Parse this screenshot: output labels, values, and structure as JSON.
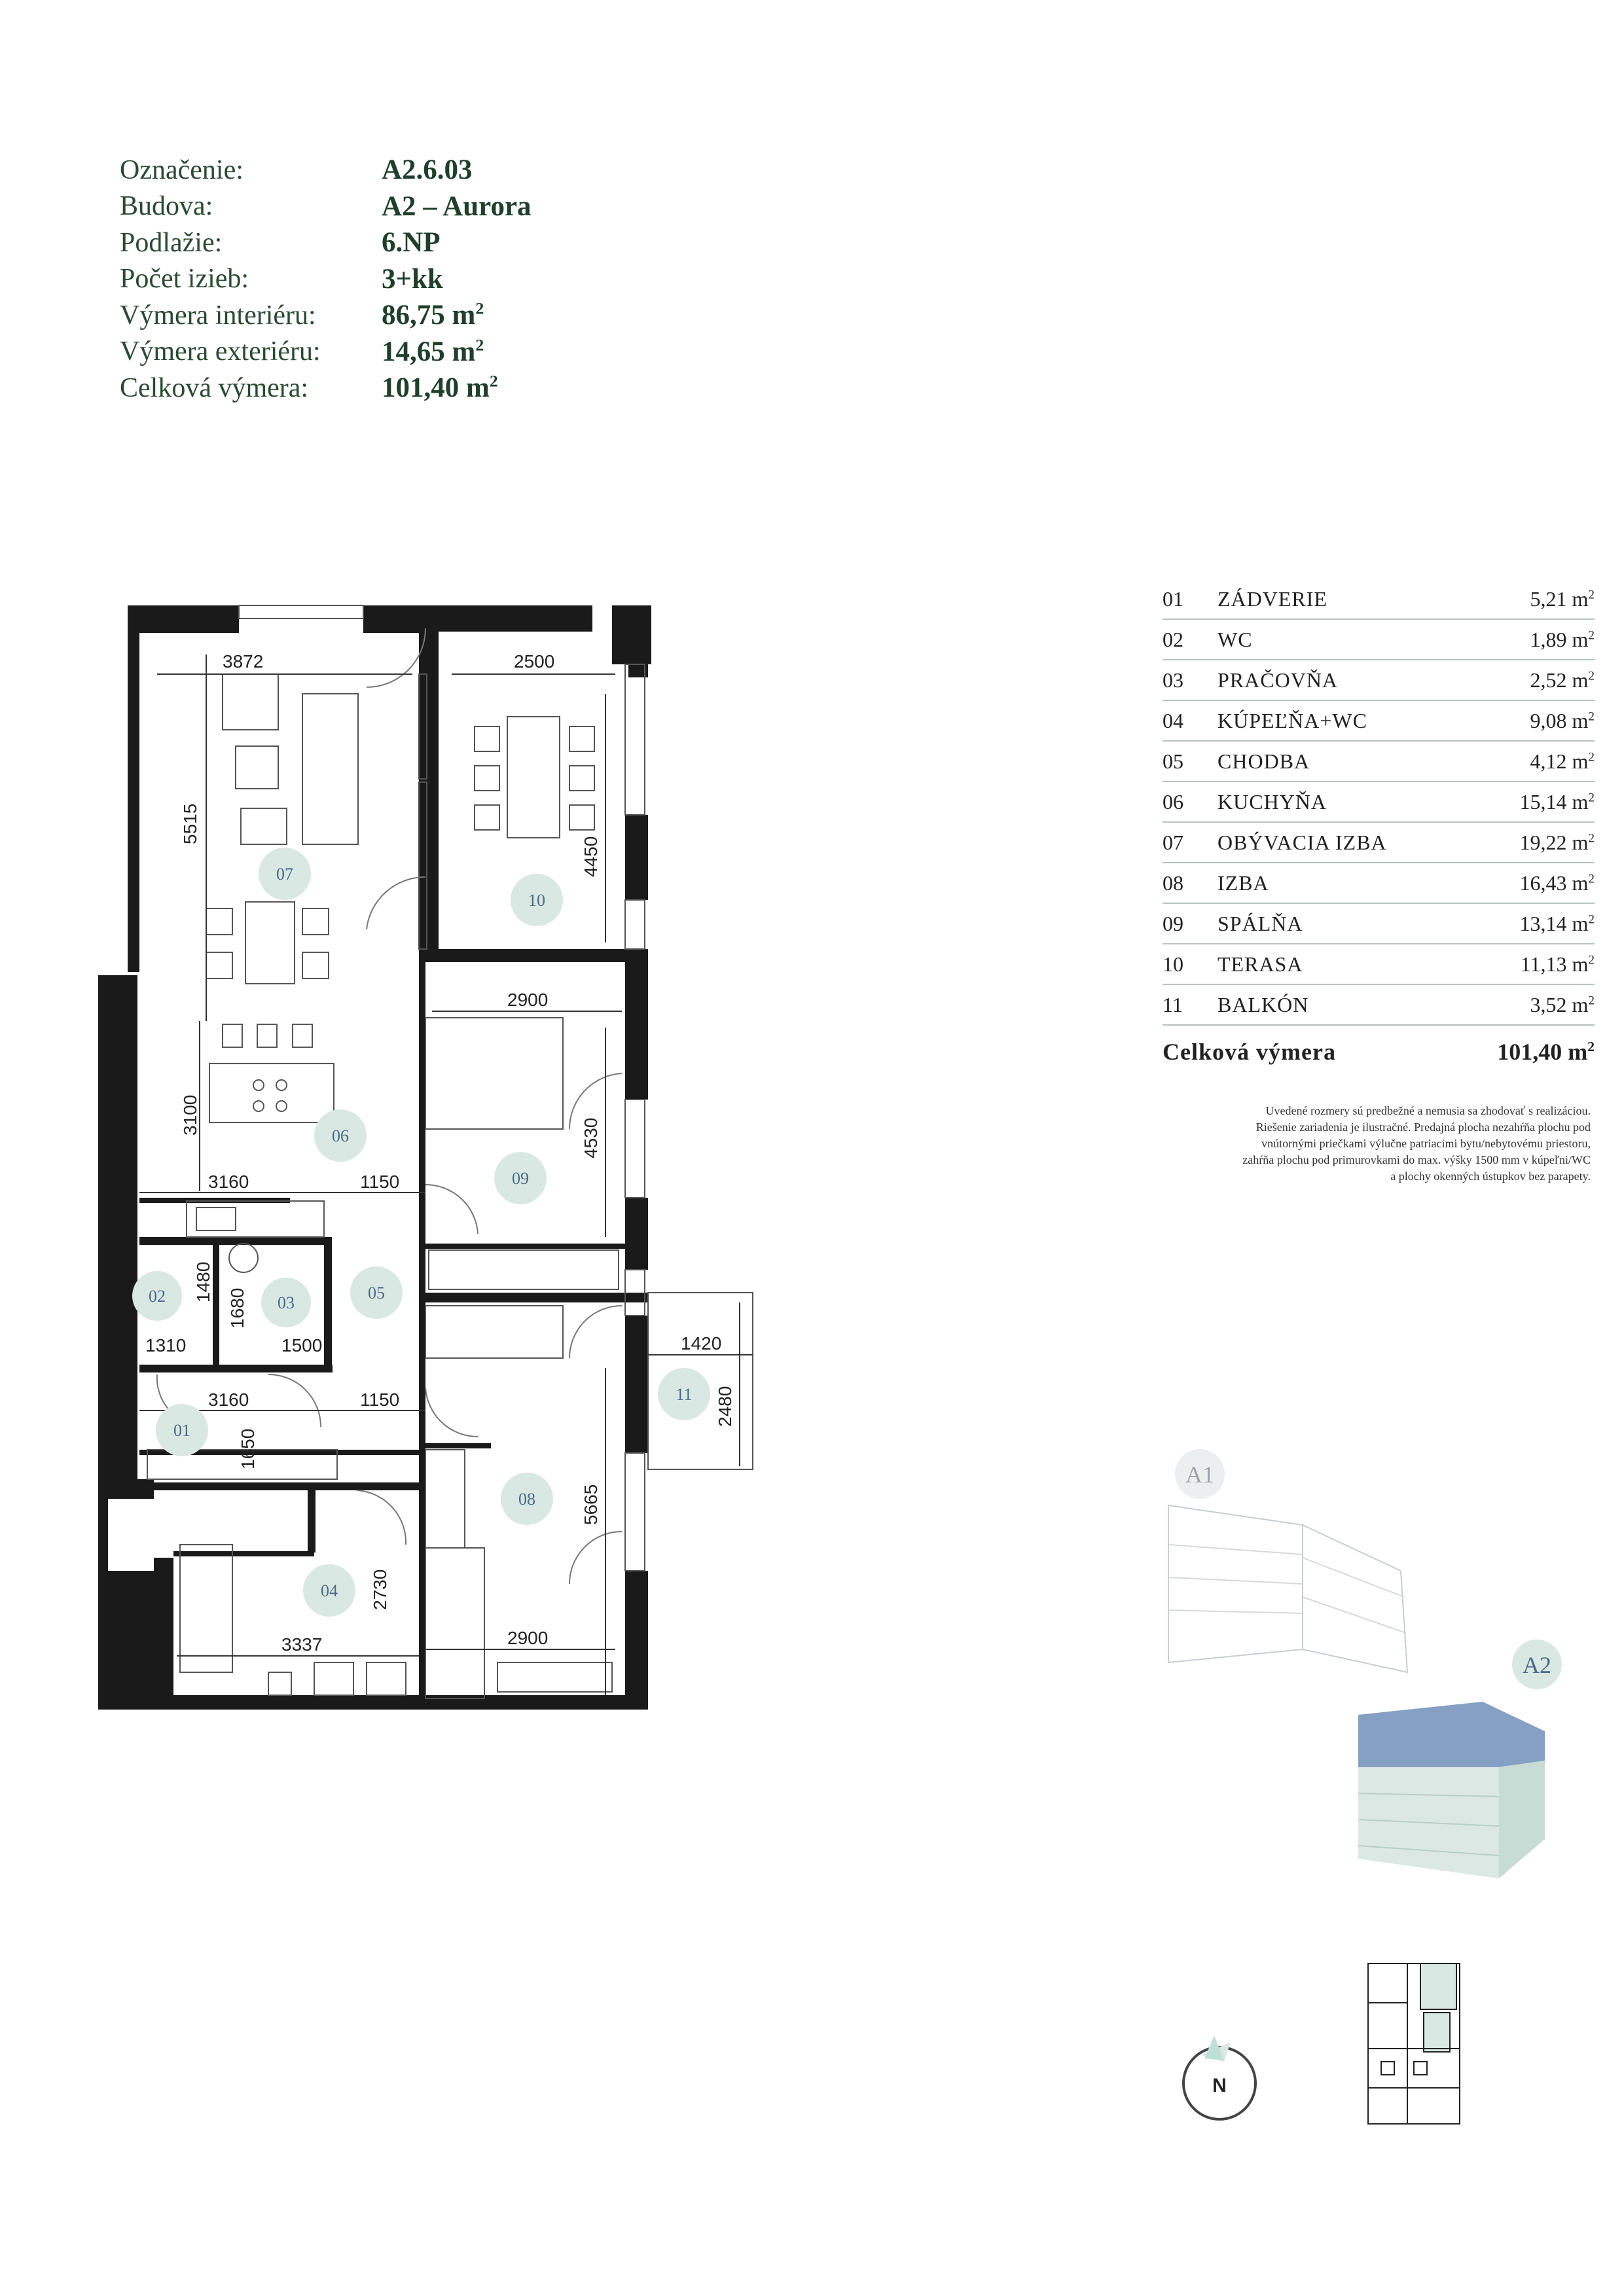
{
  "info": [
    {
      "label": "Označenie:",
      "value": "A2.6.03"
    },
    {
      "label": "Budova:",
      "value": "A2 – Aurora"
    },
    {
      "label": "Podlažie:",
      "value": "6.NP"
    },
    {
      "label": "Počet izieb:",
      "value": "3+kk"
    },
    {
      "label": "Výmera interiéru:",
      "value": "86,75 m",
      "sup": "2"
    },
    {
      "label": "Výmera exteriéru:",
      "value": "14,65 m",
      "sup": "2"
    },
    {
      "label": "Celková výmera:",
      "value": "101,40 m",
      "sup": "2"
    }
  ],
  "rooms": [
    {
      "no": "01",
      "name": "ZÁDVERIE",
      "area": "5,21 m",
      "sup": "2"
    },
    {
      "no": "02",
      "name": "WC",
      "area": "1,89 m",
      "sup": "2"
    },
    {
      "no": "03",
      "name": "PRAČOVŇA",
      "area": "2,52 m",
      "sup": "2"
    },
    {
      "no": "04",
      "name": "KÚPEĽŇA+WC",
      "area": "9,08 m",
      "sup": "2"
    },
    {
      "no": "05",
      "name": "CHODBA",
      "area": "4,12 m",
      "sup": "2"
    },
    {
      "no": "06",
      "name": "KUCHYŇA",
      "area": "15,14 m",
      "sup": "2"
    },
    {
      "no": "07",
      "name": "OBÝVACIA IZBA",
      "area": "19,22 m",
      "sup": "2"
    },
    {
      "no": "08",
      "name": "IZBA",
      "area": "16,43 m",
      "sup": "2"
    },
    {
      "no": "09",
      "name": "SPÁLŇA",
      "area": "13,14 m",
      "sup": "2"
    },
    {
      "no": "10",
      "name": "TERASA",
      "area": "11,13 m",
      "sup": "2"
    },
    {
      "no": "11",
      "name": "BALKÓN",
      "area": "3,52 m",
      "sup": "2"
    }
  ],
  "total": {
    "label": "Celková výmera",
    "value": "101,40 m",
    "sup": "2"
  },
  "note": [
    "Uvedené rozmery sú predbežné a nemusia sa zhodovať s realizáciou.",
    "Riešenie zariadenia je ilustračné. Predajná plocha nezahŕňa plochu pod",
    "vnútornými priečkami výlučne patriacimi bytu/nebytovému priestoru,",
    "zahŕňa plochu pod primurovkami do max. výšky 1500 mm v kúpeľni/WC",
    "a plochy okenných ústupkov bez parapety."
  ],
  "plan": {
    "dims": {
      "d3872": "3872",
      "d2500": "2500",
      "d5515": "5515",
      "d4450": "4450",
      "d2900a": "2900",
      "d3100": "3100",
      "d4530": "4530",
      "d3160a": "3160",
      "d1150a": "1150",
      "d1480": "1480",
      "d1680": "1680",
      "d1310": "1310",
      "d1500": "1500",
      "d1420": "1420",
      "d2480": "2480",
      "d3160b": "3160",
      "d1150b": "1150",
      "d1650": "1650",
      "d5665": "5665",
      "d2730": "2730",
      "d3337": "3337",
      "d2900b": "2900"
    },
    "labels": {
      "r01": "01",
      "r02": "02",
      "r03": "03",
      "r04": "04",
      "r05": "05",
      "r06": "06",
      "r07": "07",
      "r08": "08",
      "r09": "09",
      "r10": "10",
      "r11": "11"
    }
  },
  "buildings": {
    "a1": "A1",
    "a2": "A2"
  },
  "compass": {
    "north": "N"
  },
  "colors": {
    "accent": "#1f3f2a",
    "badge": "#d9e8e2",
    "badge_text": "#4a6a8a",
    "highlight": "#5d7fb0"
  }
}
